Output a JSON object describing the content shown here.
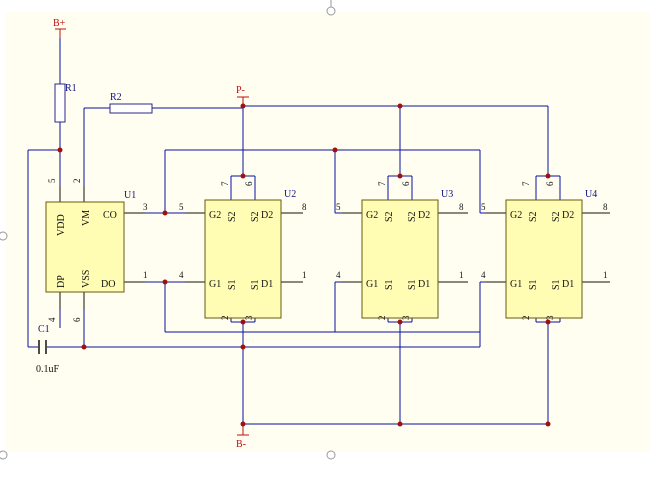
{
  "nets": {
    "b_plus": "B+",
    "b_minus": "B-",
    "p_minus": "P-"
  },
  "r1": {
    "ref": "R1"
  },
  "r2": {
    "ref": "R2"
  },
  "c1": {
    "ref": "C1",
    "value": "0.1uF"
  },
  "u1": {
    "ref": "U1",
    "pin_vdd": "VDD",
    "pin_vm": "VM",
    "pin_co": "CO",
    "pin_dp": "DP",
    "pin_vss": "VSS",
    "pin_do": "DO",
    "num_5": "5",
    "num_2": "2",
    "num_3": "3",
    "num_1": "1",
    "num_4": "4",
    "num_6": "6"
  },
  "mosfets": [
    {
      "ref": "U2",
      "g2": "G2",
      "s2": "S2",
      "s2b": "S2",
      "d2": "D2",
      "g1": "G1",
      "s1": "S1",
      "s1b": "S1",
      "d1": "D1",
      "n7": "7",
      "n6": "6",
      "n5": "5",
      "n8": "8",
      "n4": "4",
      "n1": "1",
      "n2": "2",
      "n3": "3"
    },
    {
      "ref": "U3",
      "g2": "G2",
      "s2": "S2",
      "s2b": "S2",
      "d2": "D2",
      "g1": "G1",
      "s1": "S1",
      "s1b": "S1",
      "d1": "D1",
      "n7": "7",
      "n6": "6",
      "n5": "5",
      "n8": "8",
      "n4": "4",
      "n1": "1",
      "n2": "2",
      "n3": "3"
    },
    {
      "ref": "U4",
      "g2": "G2",
      "s2": "S2",
      "s2b": "S2",
      "d2": "D2",
      "g1": "G1",
      "s1": "S1",
      "s1b": "S1",
      "d1": "D1",
      "n7": "7",
      "n6": "6",
      "n5": "5",
      "n8": "8",
      "n4": "4",
      "n1": "1",
      "n2": "2",
      "n3": "3"
    }
  ],
  "colors": {
    "sheet": "#fffef0",
    "wire": "#0a10a0",
    "chip": "#fffcb4",
    "junction": "#a01010"
  }
}
